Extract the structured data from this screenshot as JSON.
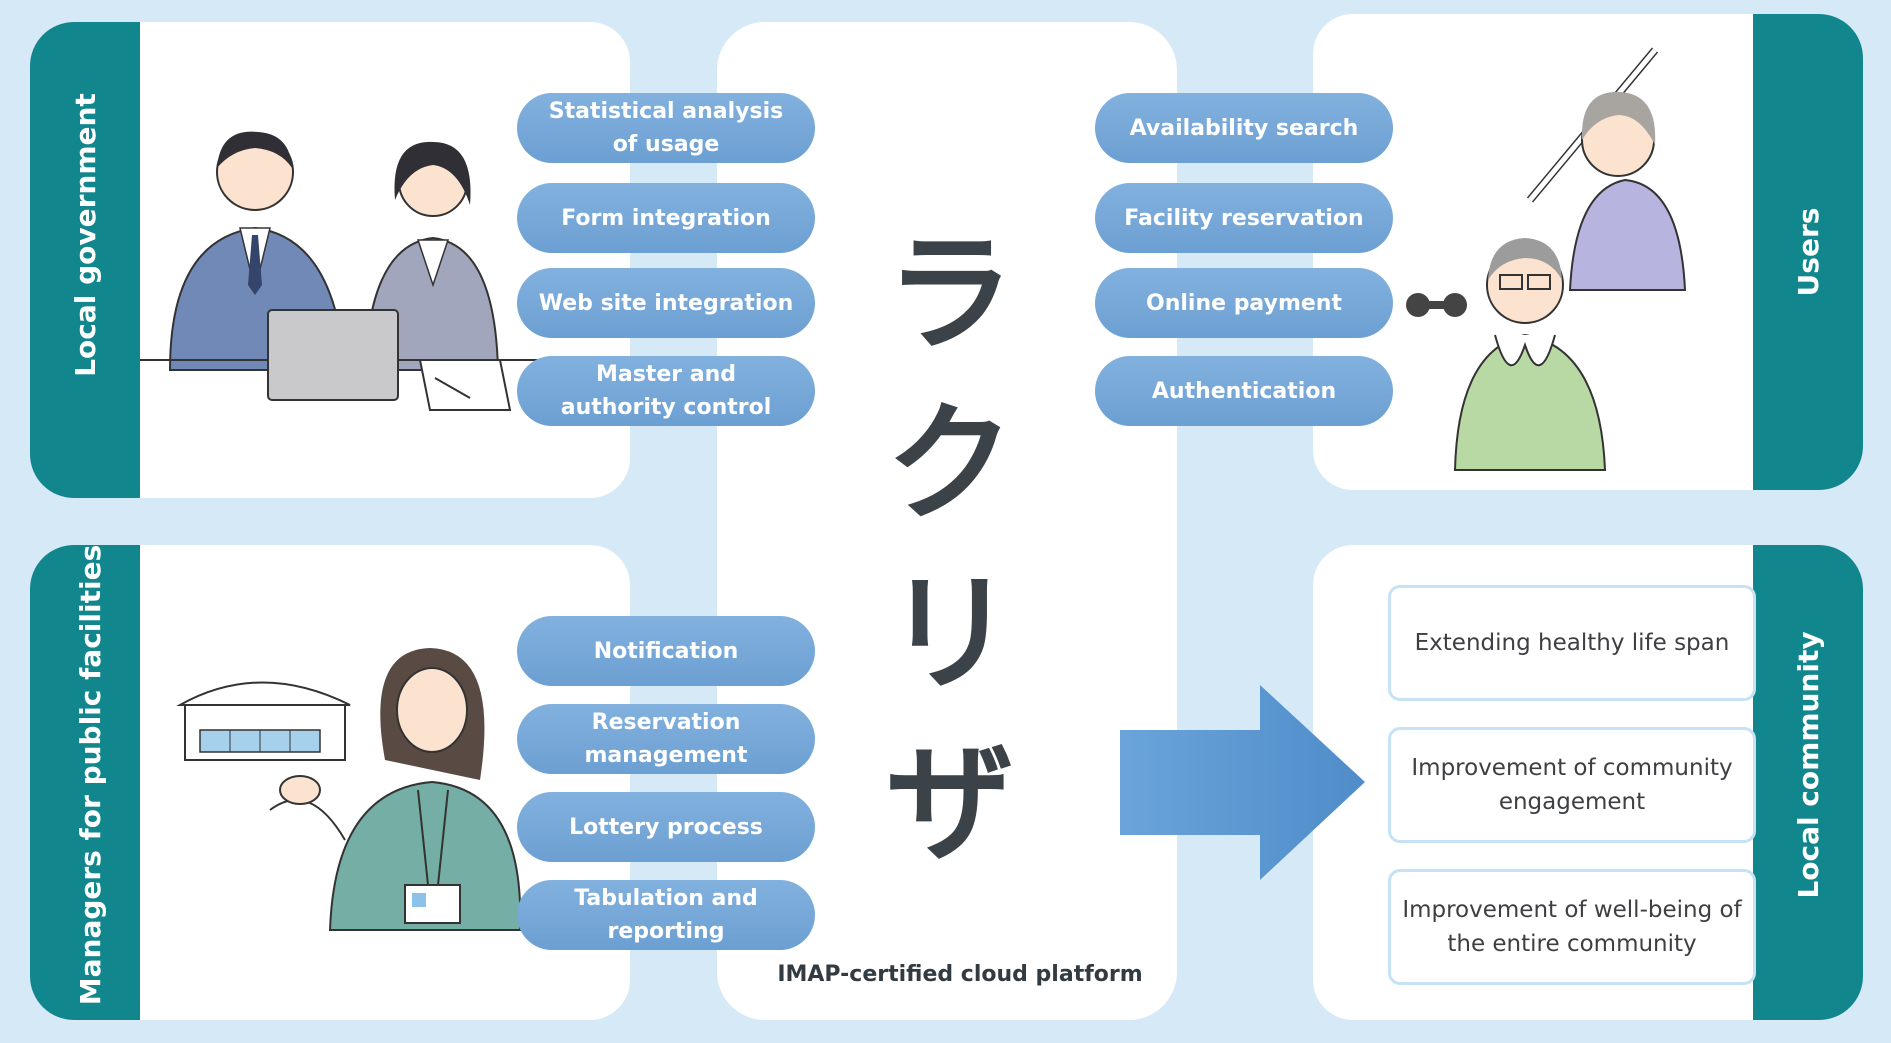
{
  "roles": {
    "local_government": "Local government",
    "managers": "Managers for public facilities",
    "users": "Users",
    "local_community": "Local community"
  },
  "platform": {
    "logo_chars": [
      "ラ",
      "ク",
      "リ",
      "ザ"
    ],
    "caption": "IMAP-certified cloud platform"
  },
  "gov_features": [
    "Statistical analysis of usage",
    "Form integration",
    "Web site integration",
    "Master and authority control"
  ],
  "manager_features": [
    "Notification",
    "Reservation management",
    "Lottery process",
    "Tabulation and reporting"
  ],
  "user_features": [
    "Availability search",
    "Facility reservation",
    "Online payment",
    "Authentication"
  ],
  "outcomes": [
    "Extending healthy life span",
    "Improvement of community engagement",
    "Improvement of well-being of the entire community"
  ],
  "colors": {
    "teal": "#11868d",
    "pill_blue": "#74a6d6",
    "arrow_blue": "#5f9bd4",
    "frame_blue": "#d6e9f7"
  }
}
